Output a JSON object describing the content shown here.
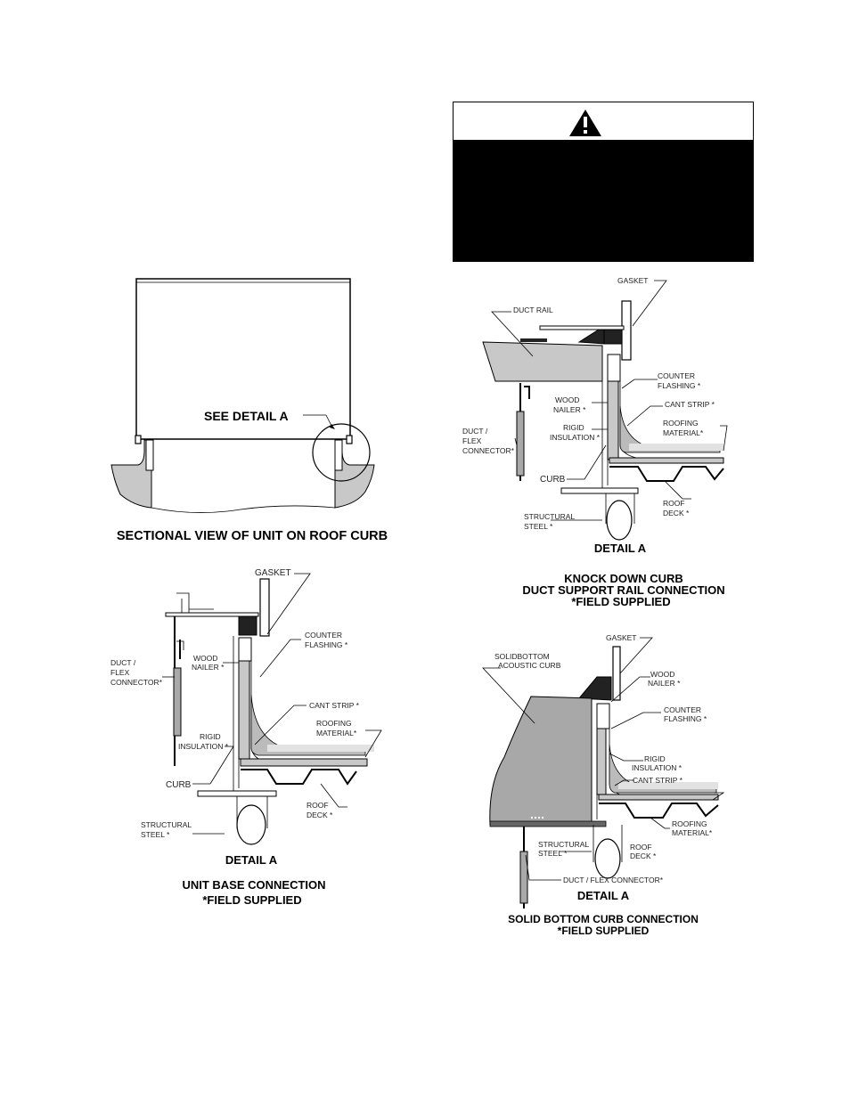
{
  "sectional_view": {
    "see_detail": "SEE DETAIL A",
    "caption": "SECTIONAL VIEW OF UNIT ON ROOF CURB"
  },
  "warning_box": {
    "icon": "warning-triangle-icon"
  },
  "unit_base": {
    "labels": {
      "gasket": "GASKET",
      "counter_flashing_1": "COUNTER",
      "counter_flashing_2": "FLASHING *",
      "wood_nailer_1": "WOOD",
      "wood_nailer_2": "NAILER *",
      "duct_flex_1": "DUCT /",
      "duct_flex_2": "FLEX",
      "duct_flex_3": "CONNECTOR*",
      "cant_strip": "CANT STRIP *",
      "roofing_1": "ROOFING",
      "roofing_2": "MATERIAL*",
      "rigid_1": "RIGID",
      "rigid_2": "INSULATION *",
      "curb": "CURB",
      "structural_1": "STRUCTURAL",
      "structural_2": "STEEL *",
      "roof_deck_1": "ROOF",
      "roof_deck_2": "DECK *"
    },
    "detail": "DETAIL A",
    "caption_1": "UNIT BASE CONNECTION",
    "caption_2": "*FIELD SUPPLIED"
  },
  "knock_down": {
    "labels": {
      "gasket": "GASKET",
      "duct_rail": "DUCT RAIL",
      "counter_flashing_1": "COUNTER",
      "counter_flashing_2": "FLASHING *",
      "wood_nailer_1": "WOOD",
      "wood_nailer_2": "NAILER *",
      "cant_strip": "CANT STRIP *",
      "rigid_1": "RIGID",
      "rigid_2": "INSULATION *",
      "roofing_1": "ROOFING",
      "roofing_2": "MATERIAL*",
      "duct_flex_1": "DUCT /",
      "duct_flex_2": "FLEX",
      "duct_flex_3": "CONNECTOR*",
      "curb": "CURB",
      "roof_deck_1": "ROOF",
      "roof_deck_2": "DECK *",
      "structural_1": "STRUCTURAL",
      "structural_2": "STEEL *"
    },
    "detail": "DETAIL A",
    "caption_1": "KNOCK DOWN CURB",
    "caption_2": "DUCT SUPPORT RAIL CONNECTION",
    "caption_3": "*FIELD SUPPLIED"
  },
  "solid_bottom": {
    "labels": {
      "gasket": "GASKET",
      "acoustic_1": "SOLIDBOTTOM",
      "acoustic_2": "ACOUSTIC CURB",
      "wood_nailer_1": "WOOD",
      "wood_nailer_2": "NAILER *",
      "counter_flashing_1": "COUNTER",
      "counter_flashing_2": "FLASHING *",
      "rigid_1": "RIGID",
      "rigid_2": "INSULATION *",
      "cant_strip": "CANT STRIP *",
      "roofing_1": "ROOFING",
      "roofing_2": "MATERIAL*",
      "structural_1": "STRUCTURAL",
      "structural_2": "STEEL *",
      "roof_deck_1": "ROOF",
      "roof_deck_2": "DECK *",
      "duct_flex": "DUCT / FLEX CONNECTOR*"
    },
    "detail": "DETAIL A",
    "caption_1": "SOLID BOTTOM CURB CONNECTION",
    "caption_2": "*FIELD SUPPLIED"
  }
}
